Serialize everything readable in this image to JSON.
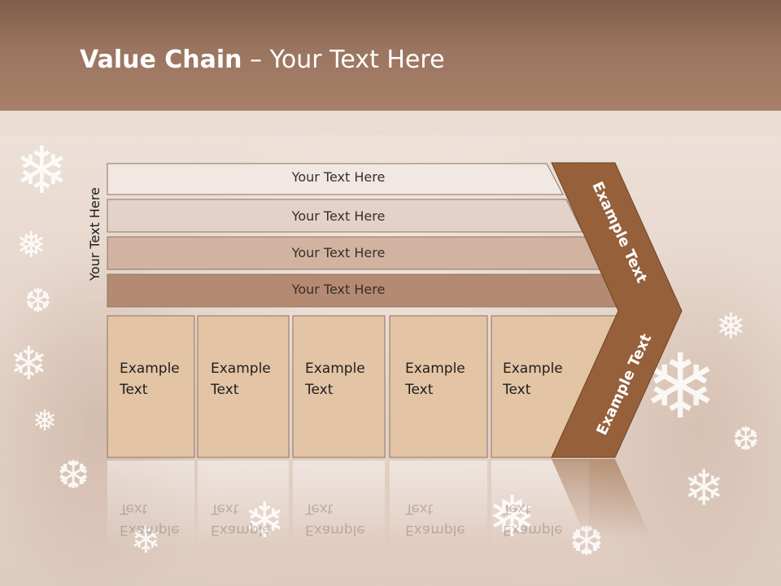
{
  "slide": {
    "title_bold": "Value Chain",
    "title_rest": " – Your Text Here",
    "side_label": "Your Text Here",
    "rows": [
      {
        "label": "Your Text Here",
        "color": "#f1e8e4"
      },
      {
        "label": "Your Text Here",
        "color": "#e3d2c8"
      },
      {
        "label": "Your Text Here",
        "color": "#d2b3a1"
      },
      {
        "label": "Your Text Here",
        "color": "#b48a73"
      }
    ],
    "columns": [
      {
        "line1": "Example",
        "line2": "Text"
      },
      {
        "line1": "Example",
        "line2": "Text"
      },
      {
        "line1": "Example",
        "line2": "Text"
      },
      {
        "line1": "Example",
        "line2": "Text"
      },
      {
        "line1": "Example",
        "line2": "Text"
      }
    ],
    "arrow_top_label": "Example Text",
    "arrow_bottom_label": "Example Text",
    "colors": {
      "title_bar": "#9a7560",
      "column_fill": "#e3c4a5",
      "arrow": "#96603a"
    },
    "decoration": [
      "snowflake-icon"
    ]
  }
}
